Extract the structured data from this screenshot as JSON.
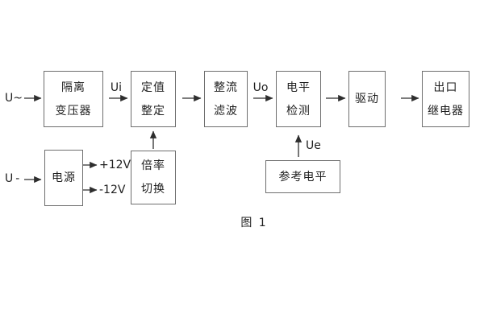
{
  "figure": {
    "caption": "图 1",
    "colors": {
      "background": "#ffffff",
      "box_border": "#6e6e6e",
      "wire": "#2e2e2e",
      "text": "#1f1f1f"
    },
    "boxes": {
      "isolation_transformer": {
        "line1": "隔离",
        "line2": "变压器"
      },
      "setting": {
        "line1": "定值",
        "line2": "整定"
      },
      "rectifier_filter": {
        "line1": "整流",
        "line2": "滤波"
      },
      "level_detect": {
        "line1": "电平",
        "line2": "检测"
      },
      "drive": {
        "line1": "驱动"
      },
      "output_relay": {
        "line1": "出口",
        "line2": "继电器"
      },
      "power_supply": {
        "line1": "电源"
      },
      "ratio_switch": {
        "line1": "倍率",
        "line2": "切换"
      },
      "reference_level": {
        "line1": "参考电平"
      }
    },
    "signals": {
      "ac_input": "U~",
      "dc_input": "U-",
      "ui": "Ui",
      "uo": "Uo",
      "ue": "Ue",
      "plus_12v": "+12V",
      "minus_12v": "-12V"
    }
  }
}
